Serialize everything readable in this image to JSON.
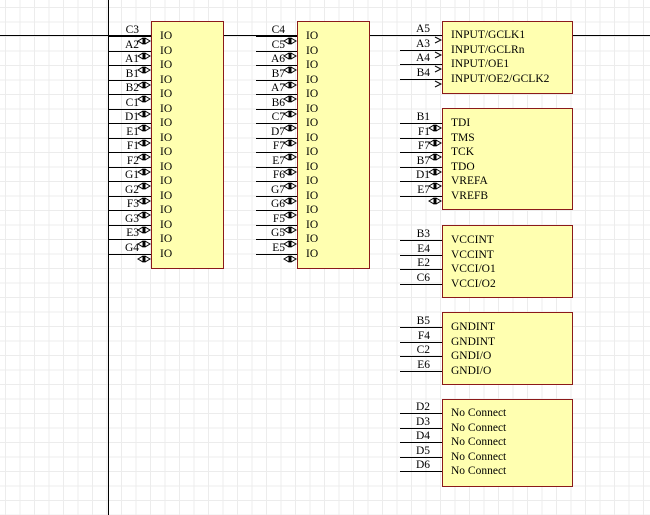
{
  "schematic": {
    "colors": {
      "component_fill": "#ffffb0",
      "component_border": "#8b1a1a",
      "wire": "#000000",
      "grid": "#ececec"
    },
    "components": [
      {
        "id": "io-bank-1",
        "pins": [
          {
            "num": "C3",
            "name": "IO",
            "type": "io"
          },
          {
            "num": "A2",
            "name": "IO",
            "type": "io"
          },
          {
            "num": "A1",
            "name": "IO",
            "type": "io"
          },
          {
            "num": "B1",
            "name": "IO",
            "type": "io"
          },
          {
            "num": "B2",
            "name": "IO",
            "type": "io"
          },
          {
            "num": "C1",
            "name": "IO",
            "type": "io"
          },
          {
            "num": "D1",
            "name": "IO",
            "type": "io"
          },
          {
            "num": "E1",
            "name": "IO",
            "type": "io"
          },
          {
            "num": "F1",
            "name": "IO",
            "type": "io"
          },
          {
            "num": "F2",
            "name": "IO",
            "type": "io"
          },
          {
            "num": "G1",
            "name": "IO",
            "type": "io"
          },
          {
            "num": "G2",
            "name": "IO",
            "type": "io"
          },
          {
            "num": "F3",
            "name": "IO",
            "type": "io"
          },
          {
            "num": "G3",
            "name": "IO",
            "type": "io"
          },
          {
            "num": "E3",
            "name": "IO",
            "type": "io"
          },
          {
            "num": "G4",
            "name": "IO",
            "type": "io"
          }
        ]
      },
      {
        "id": "io-bank-2",
        "pins": [
          {
            "num": "C4",
            "name": "IO",
            "type": "io"
          },
          {
            "num": "C5",
            "name": "IO",
            "type": "io"
          },
          {
            "num": "A6",
            "name": "IO",
            "type": "io"
          },
          {
            "num": "B7",
            "name": "IO",
            "type": "io"
          },
          {
            "num": "A7",
            "name": "IO",
            "type": "io"
          },
          {
            "num": "B6",
            "name": "IO",
            "type": "io"
          },
          {
            "num": "C7",
            "name": "IO",
            "type": "io"
          },
          {
            "num": "D7",
            "name": "IO",
            "type": "io"
          },
          {
            "num": "F7",
            "name": "IO",
            "type": "io"
          },
          {
            "num": "E7",
            "name": "IO",
            "type": "io"
          },
          {
            "num": "F6",
            "name": "IO",
            "type": "io"
          },
          {
            "num": "G7",
            "name": "IO",
            "type": "io"
          },
          {
            "num": "G6",
            "name": "IO",
            "type": "io"
          },
          {
            "num": "F5",
            "name": "IO",
            "type": "io"
          },
          {
            "num": "G5",
            "name": "IO",
            "type": "io"
          },
          {
            "num": "E5",
            "name": "IO",
            "type": "io"
          }
        ]
      },
      {
        "id": "inputs",
        "pins": [
          {
            "num": "A5",
            "name": "INPUT/GCLK1",
            "type": "input"
          },
          {
            "num": "A3",
            "name": "INPUT/GCLRn",
            "type": "input"
          },
          {
            "num": "A4",
            "name": "INPUT/OE1",
            "type": "input"
          },
          {
            "num": "B4",
            "name": "INPUT/OE2/GCLK2",
            "type": "input"
          }
        ]
      },
      {
        "id": "jtag",
        "pins": [
          {
            "num": "B1",
            "name": "TDI",
            "type": "io"
          },
          {
            "num": "F1",
            "name": "TMS",
            "type": "io"
          },
          {
            "num": "F7",
            "name": "TCK",
            "type": "io"
          },
          {
            "num": "B7",
            "name": "TDO",
            "type": "io"
          },
          {
            "num": "D1",
            "name": "VREFA",
            "type": "io"
          },
          {
            "num": "E7",
            "name": "VREFB",
            "type": "io"
          }
        ]
      },
      {
        "id": "power",
        "pins": [
          {
            "num": "B3",
            "name": "VCCINT",
            "type": "power"
          },
          {
            "num": "E4",
            "name": "VCCINT",
            "type": "power"
          },
          {
            "num": "E2",
            "name": "VCCI/O1",
            "type": "power"
          },
          {
            "num": "C6",
            "name": "VCCI/O2",
            "type": "power"
          }
        ]
      },
      {
        "id": "ground",
        "pins": [
          {
            "num": "B5",
            "name": "GNDINT",
            "type": "power"
          },
          {
            "num": "F4",
            "name": "GNDINT",
            "type": "power"
          },
          {
            "num": "C2",
            "name": "GNDI/O",
            "type": "power"
          },
          {
            "num": "E6",
            "name": "GNDI/O",
            "type": "power"
          }
        ]
      },
      {
        "id": "no-connect",
        "pins": [
          {
            "num": "D2",
            "name": "No Connect",
            "type": "power"
          },
          {
            "num": "D3",
            "name": "No Connect",
            "type": "power"
          },
          {
            "num": "D4",
            "name": "No Connect",
            "type": "power"
          },
          {
            "num": "D5",
            "name": "No Connect",
            "type": "power"
          },
          {
            "num": "D6",
            "name": "No Connect",
            "type": "power"
          }
        ]
      }
    ]
  }
}
